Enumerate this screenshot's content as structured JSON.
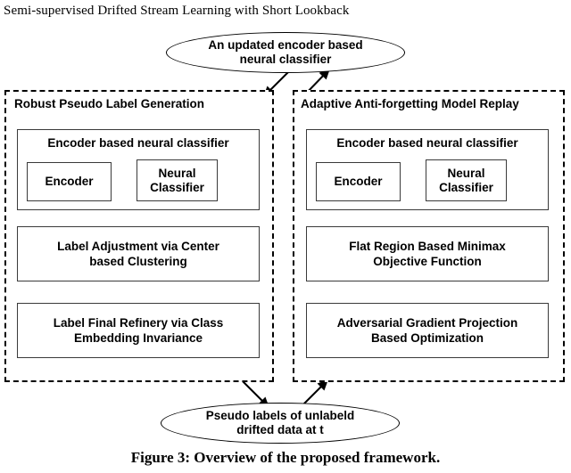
{
  "running_head": "Semi-supervised Drifted Stream Learning with Short Lookback",
  "nodes": {
    "top_ellipse": {
      "line1": "An updated encoder based",
      "line2": "neural classifier"
    },
    "bottom_ellipse": {
      "line1": "Pseudo labels of unlabeld",
      "line2": "drifted data at t"
    }
  },
  "panels": [
    {
      "id": "robust-pseudo-label-generation",
      "title": "Robust Pseudo Label Generation",
      "group_box": {
        "title": "Encoder based neural classifier",
        "encoder_label": "Encoder",
        "classifier_line1": "Neural",
        "classifier_line2": "Classifier"
      },
      "steps": [
        {
          "line1": "Label Adjustment via Center",
          "line2": "based Clustering"
        },
        {
          "line1": "Label Final Refinery via Class",
          "line2": "Embedding Invariance"
        }
      ]
    },
    {
      "id": "adaptive-anti-forgetting-model-replay",
      "title": "Adaptive Anti-forgetting Model Replay",
      "group_box": {
        "title": "Encoder based neural classifier",
        "encoder_label": "Encoder",
        "classifier_line1": "Neural",
        "classifier_line2": "Classifier"
      },
      "steps": [
        {
          "line1": "Flat Region Based Minimax",
          "line2": "Objective Function"
        },
        {
          "line1": "Adversarial Gradient Projection",
          "line2": "Based Optimization"
        }
      ]
    }
  ],
  "caption": "Figure 3: Overview of the proposed framework.",
  "colors": {
    "ink": "#000000",
    "box_stroke": "#3a3a3a",
    "background": "#ffffff"
  }
}
